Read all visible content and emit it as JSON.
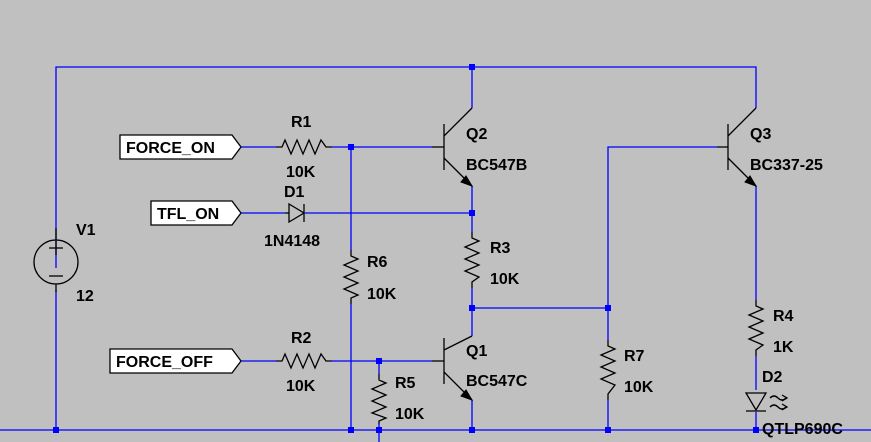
{
  "schematic": {
    "net_labels": {
      "force_on": "FORCE_ON",
      "tfl_on": "TFL_ON",
      "force_off": "FORCE_OFF"
    },
    "V1": {
      "ref": "V1",
      "value": "12"
    },
    "R1": {
      "ref": "R1",
      "value": "10K"
    },
    "R2": {
      "ref": "R2",
      "value": "10K"
    },
    "R3": {
      "ref": "R3",
      "value": "10K"
    },
    "R4": {
      "ref": "R4",
      "value": "1K"
    },
    "R5": {
      "ref": "R5",
      "value": "10K"
    },
    "R6": {
      "ref": "R6",
      "value": "10K"
    },
    "R7": {
      "ref": "R7",
      "value": "10K"
    },
    "D1": {
      "ref": "D1",
      "value": "1N4148"
    },
    "D2": {
      "ref": "D2",
      "value": "QTLP690C"
    },
    "Q1": {
      "ref": "Q1",
      "value": "BC547C"
    },
    "Q2": {
      "ref": "Q2",
      "value": "BC547B"
    },
    "Q3": {
      "ref": "Q3",
      "value": "BC337-25"
    },
    "colors": {
      "wire": "#0000ff",
      "background": "#c0c0c0",
      "component": "#000000"
    }
  }
}
